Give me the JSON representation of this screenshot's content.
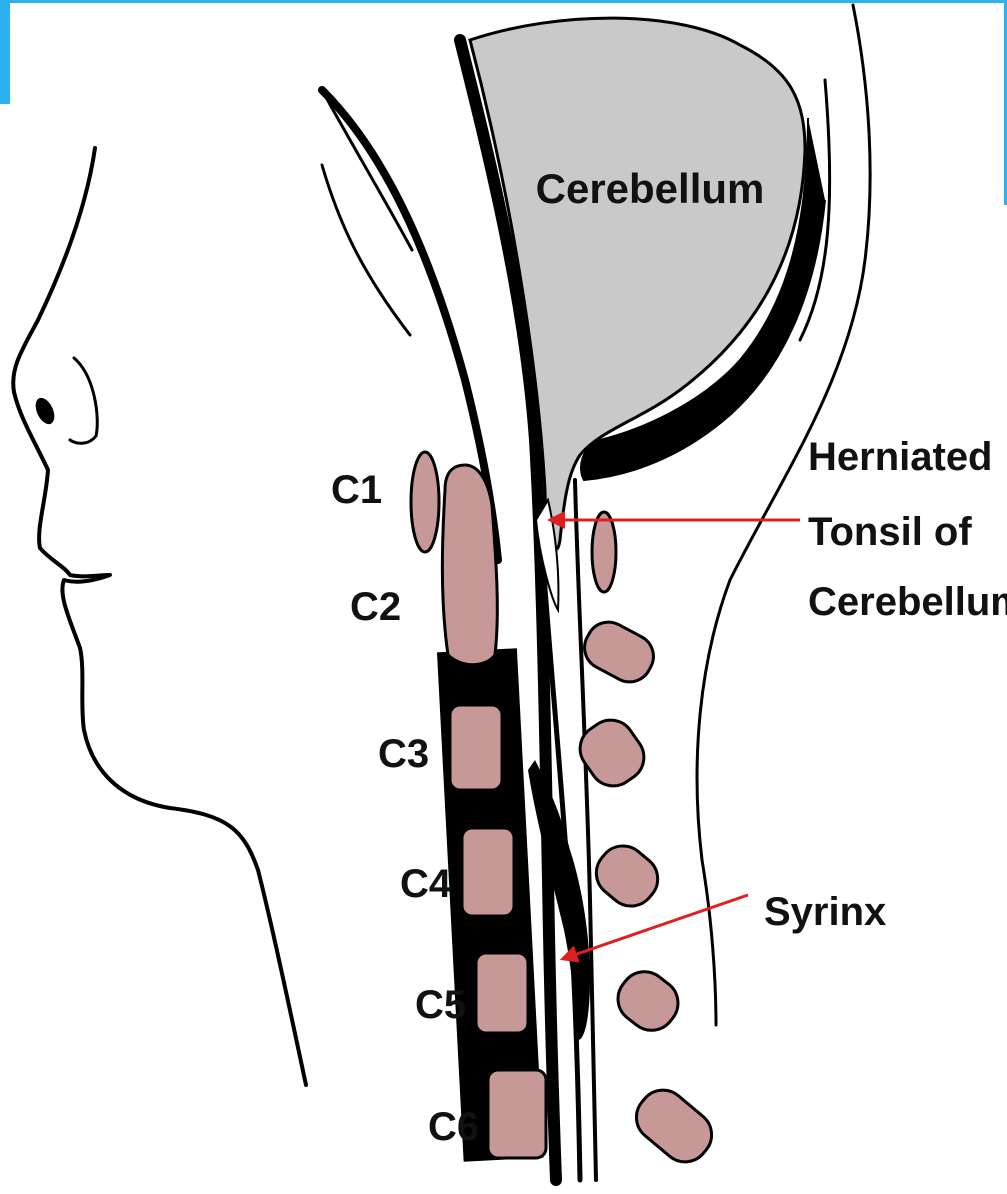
{
  "diagram": {
    "labels": {
      "cerebellum": "Cerebellum",
      "herniated_line1": "Herniated",
      "herniated_line2": "Tonsil of",
      "herniated_line3": "Cerebellum",
      "syrinx": "Syrinx",
      "c1": "C1",
      "c2": "C2",
      "c3": "C3",
      "c4": "C4",
      "c5": "C5",
      "c6": "C6"
    },
    "colors": {
      "frame_accent": "#2fb0f0",
      "cerebellum_fill": "#c9c9c9",
      "bone_fill": "#c79898",
      "outline": "#000000",
      "arrow": "#e02020",
      "background": "#ffffff"
    }
  }
}
